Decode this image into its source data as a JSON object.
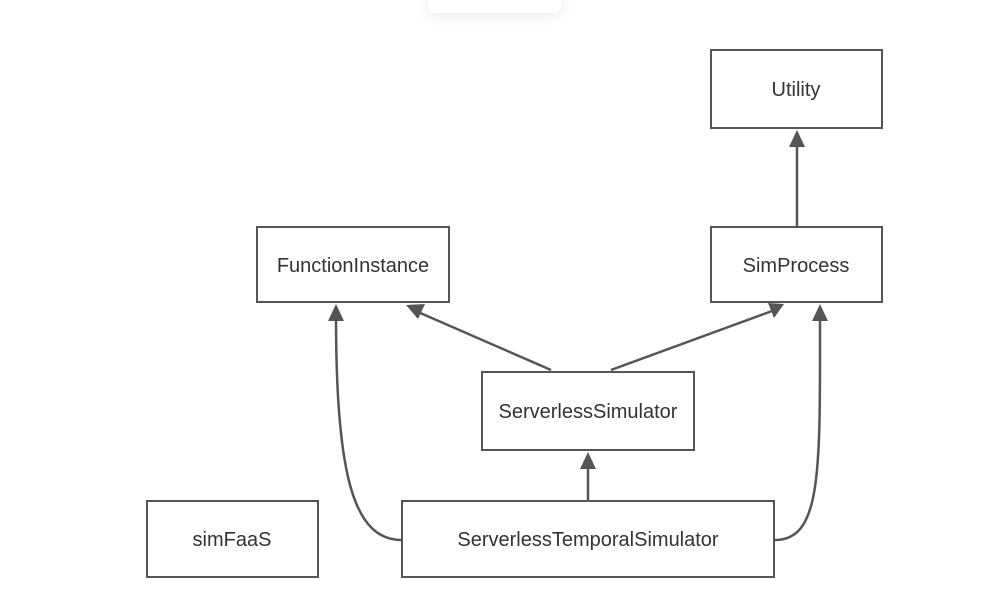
{
  "diagram": {
    "nodes": [
      {
        "id": "utility",
        "label": "Utility"
      },
      {
        "id": "function-instance",
        "label": "FunctionInstance"
      },
      {
        "id": "sim-process",
        "label": "SimProcess"
      },
      {
        "id": "serverless-simulator",
        "label": "ServerlessSimulator"
      },
      {
        "id": "sim-faas",
        "label": "simFaaS"
      },
      {
        "id": "serverless-temporal-simulator",
        "label": "ServerlessTemporalSimulator"
      }
    ],
    "edges": [
      {
        "from": "sim-process",
        "to": "utility"
      },
      {
        "from": "serverless-simulator",
        "to": "function-instance"
      },
      {
        "from": "serverless-simulator",
        "to": "sim-process"
      },
      {
        "from": "serverless-temporal-simulator",
        "to": "serverless-simulator"
      },
      {
        "from": "serverless-temporal-simulator",
        "to": "function-instance"
      },
      {
        "from": "serverless-temporal-simulator",
        "to": "sim-process"
      }
    ]
  }
}
